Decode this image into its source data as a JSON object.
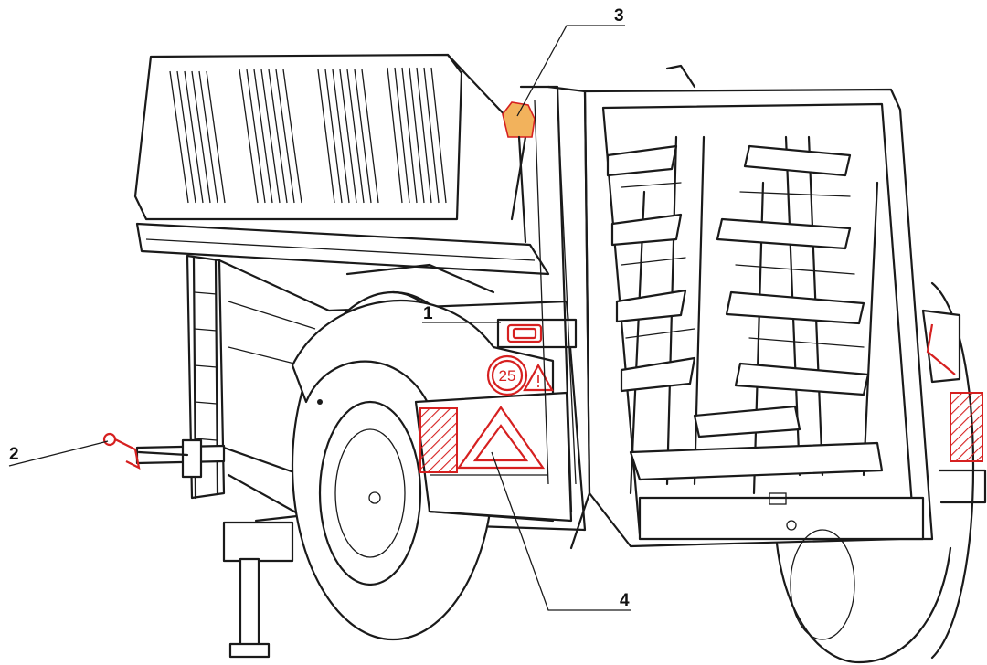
{
  "callouts": [
    {
      "id": "1",
      "label": "1"
    },
    {
      "id": "2",
      "label": "2"
    },
    {
      "id": "3",
      "label": "3"
    },
    {
      "id": "4",
      "label": "4"
    }
  ],
  "speed_sign": {
    "value": "25"
  },
  "colors": {
    "line": "#1a1a1a",
    "highlight": "#d62020",
    "lamp": "#f2b25c"
  }
}
